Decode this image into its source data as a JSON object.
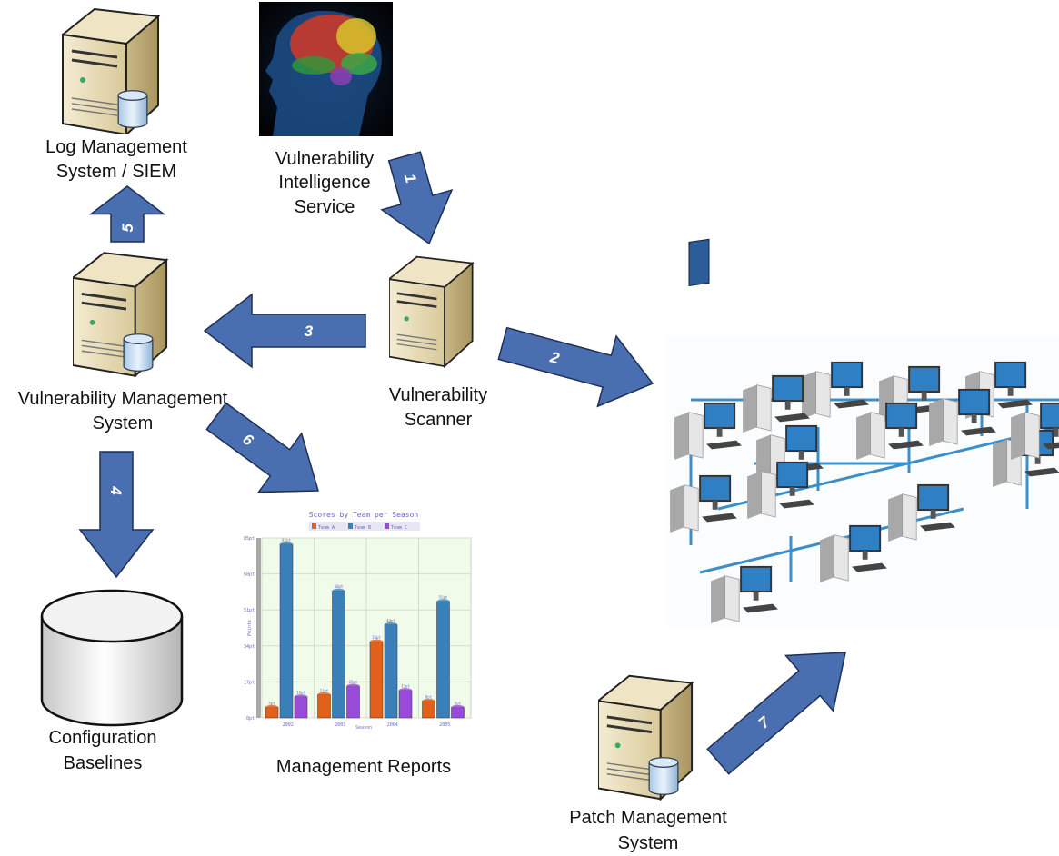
{
  "nodes": {
    "log_management": [
      "Log Management",
      "System / SIEM"
    ],
    "intelligence": [
      "Vulnerability",
      "Intelligence",
      "Service"
    ],
    "vuln_management": [
      "Vulnerability Management",
      "System"
    ],
    "scanner": [
      "Vulnerability",
      "Scanner"
    ],
    "baselines": [
      "Configuration",
      "Baselines"
    ],
    "reports": [
      "Management Reports"
    ],
    "patch": [
      "Patch Management",
      "System"
    ]
  },
  "arrows": [
    "1",
    "2",
    "3",
    "4",
    "5",
    "6",
    "7"
  ],
  "colors": {
    "arrow": "#4a6fb0",
    "arrow_outline": "#1f2f55",
    "server": "#e8dcb8",
    "network_line": "#3a8fc9"
  },
  "chart_data": {
    "type": "bar",
    "title": "Scores by Team per Season",
    "xlabel": "Season",
    "ylabel": "Points",
    "categories": [
      "2002",
      "2003",
      "2004",
      "2005"
    ],
    "yticks": [
      "0pt",
      "17pt",
      "34pt",
      "51pt",
      "68pt",
      "85pt"
    ],
    "ylim": [
      0,
      85
    ],
    "grid": true,
    "legend": "top",
    "series": [
      {
        "name": "Team A",
        "color": "#e0601c",
        "values": [
          5,
          11,
          36,
          8
        ]
      },
      {
        "name": "Team B",
        "color": "#3a7fb8",
        "values": [
          82,
          60,
          44,
          55
        ]
      },
      {
        "name": "Team C",
        "color": "#9a4ad8",
        "values": [
          10,
          15,
          13,
          5
        ]
      }
    ]
  }
}
